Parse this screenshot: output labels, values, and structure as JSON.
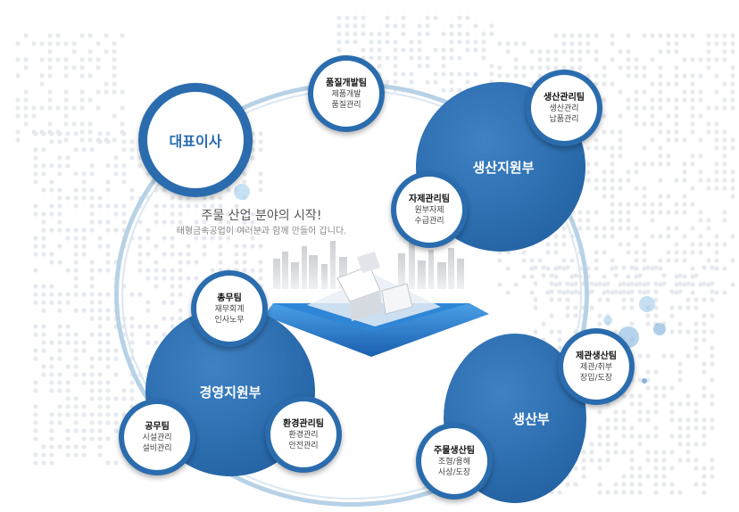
{
  "ceo": {
    "label": "대표이사"
  },
  "slogan": {
    "main": "주물 산업 분야의 시작!",
    "sub": "태형금속공업이 여러분과 함께 만들어 갑니다."
  },
  "divisions": {
    "production_support": "생산지원부",
    "management_support": "경영지원부",
    "production": "생산부"
  },
  "teams": {
    "quality": {
      "title": "품질개발팀",
      "line1": "제품개발",
      "line2": "품질관리"
    },
    "prod_mgmt": {
      "title": "생산관리팀",
      "line1": "생산관리",
      "line2": "납품관리"
    },
    "materials": {
      "title": "자제관리팀",
      "line1": "원부자제",
      "line2": "수급관리"
    },
    "general": {
      "title": "총무팀",
      "line1": "재무회계",
      "line2": "인사노무"
    },
    "works": {
      "title": "공무팀",
      "line1": "시설관리",
      "line2": "설비관리"
    },
    "env": {
      "title": "환경관리팀",
      "line1": "환경관리",
      "line2": "안전관리"
    },
    "finish": {
      "title": "제관생산팀",
      "line1": "제관/취부",
      "line2": "장입/도장"
    },
    "casting": {
      "title": "주물생산팀",
      "line1": "조형/용해",
      "line2": "사상/도장"
    }
  },
  "colors": {
    "primary": "#2a6cae",
    "ring": "#b7d2e6",
    "dots": "#e6e9ed"
  }
}
